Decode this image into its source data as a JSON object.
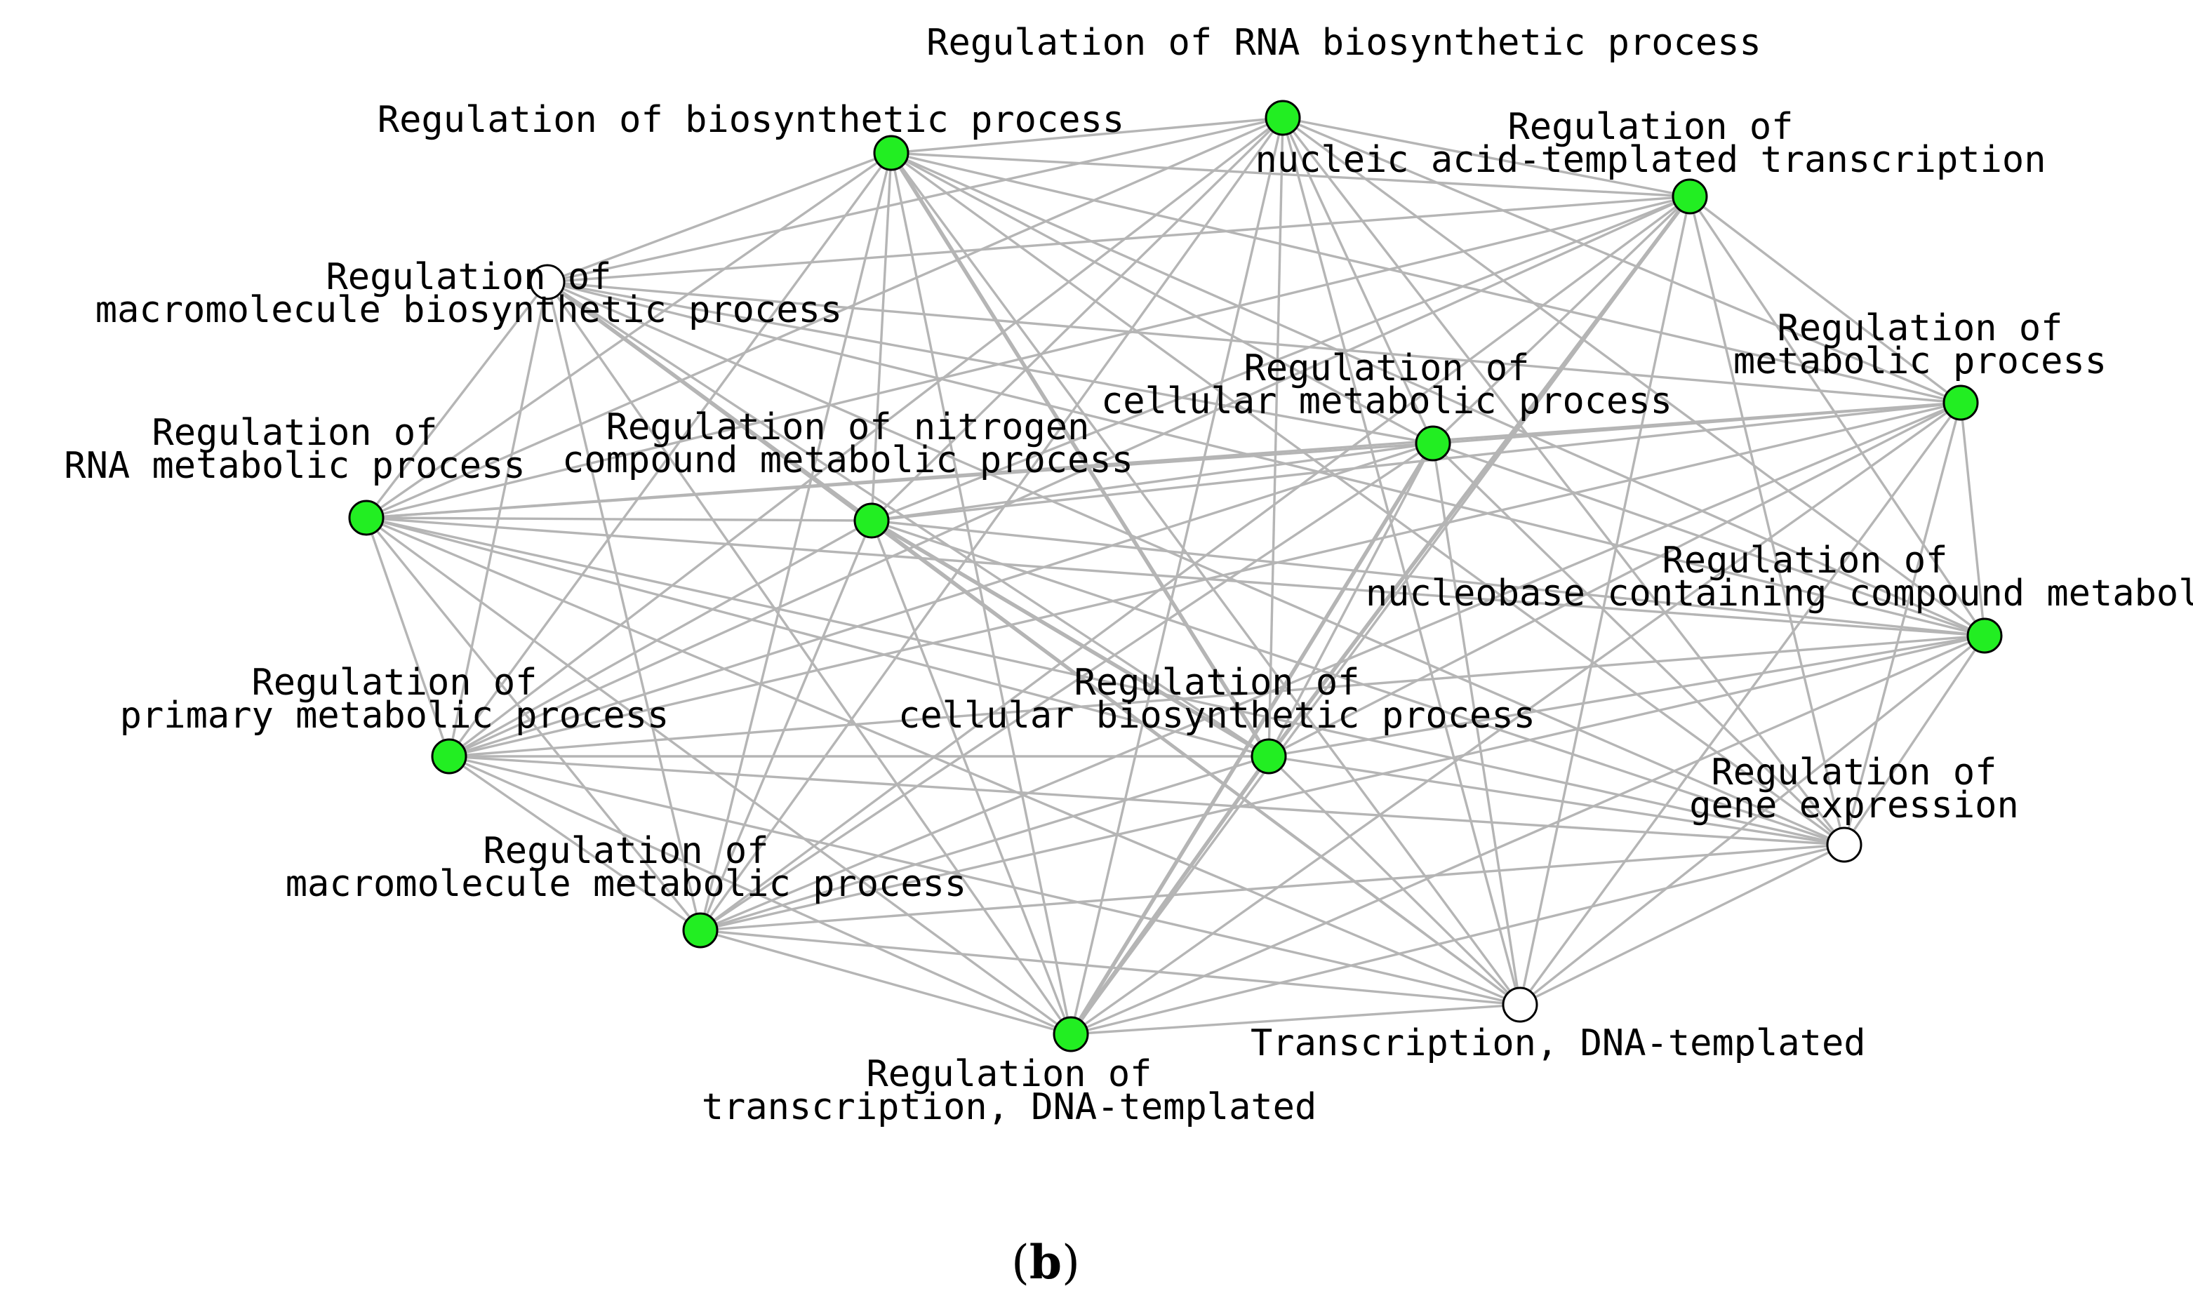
{
  "figure": {
    "panel_label_open": "(",
    "panel_label_letter": "b",
    "panel_label_close": ")"
  },
  "colors": {
    "edge": "#b5b5b5",
    "node_highlighted": "#22ee22",
    "node_plain": "#ffffff",
    "node_outline": "#000000"
  },
  "nodes": [
    {
      "id": "rna_bio",
      "lines": [
        "Regulation of RNA biosynthetic process"
      ],
      "highlighted": true
    },
    {
      "id": "bio",
      "lines": [
        "Regulation of biosynthetic process"
      ],
      "highlighted": true
    },
    {
      "id": "nucleic",
      "lines": [
        "Regulation of",
        "nucleic acid-templated transcription"
      ],
      "highlighted": true
    },
    {
      "id": "macro_bio",
      "lines": [
        "Regulation of",
        "macromolecule biosynthetic process"
      ],
      "highlighted": false
    },
    {
      "id": "metab",
      "lines": [
        "Regulation of",
        "metabolic process"
      ],
      "highlighted": true
    },
    {
      "id": "cell_metab",
      "lines": [
        "Regulation of",
        "cellular metabolic process"
      ],
      "highlighted": true
    },
    {
      "id": "rna_metab",
      "lines": [
        "Regulation of",
        "RNA metabolic process"
      ],
      "highlighted": true
    },
    {
      "id": "nitrogen",
      "lines": [
        "Regulation of nitrogen",
        "compound metabolic process"
      ],
      "highlighted": true
    },
    {
      "id": "nucleobase",
      "lines": [
        "Regulation of",
        "nucleobase containing compound metabolic"
      ],
      "highlighted": true
    },
    {
      "id": "primary",
      "lines": [
        "Regulation of",
        "primary metabolic process"
      ],
      "highlighted": true
    },
    {
      "id": "cell_bio",
      "lines": [
        "Regulation of",
        "cellular biosynthetic process"
      ],
      "highlighted": true
    },
    {
      "id": "gene_expr",
      "lines": [
        "Regulation of",
        "gene expression"
      ],
      "highlighted": false
    },
    {
      "id": "macro_metab",
      "lines": [
        "Regulation of",
        "macromolecule metabolic process"
      ],
      "highlighted": true
    },
    {
      "id": "transcription",
      "lines": [
        "Transcription, DNA-templated"
      ],
      "highlighted": false
    },
    {
      "id": "reg_transcription",
      "lines": [
        "Regulation of",
        "transcription, DNA-templated"
      ],
      "highlighted": true
    }
  ],
  "edges": "complete"
}
